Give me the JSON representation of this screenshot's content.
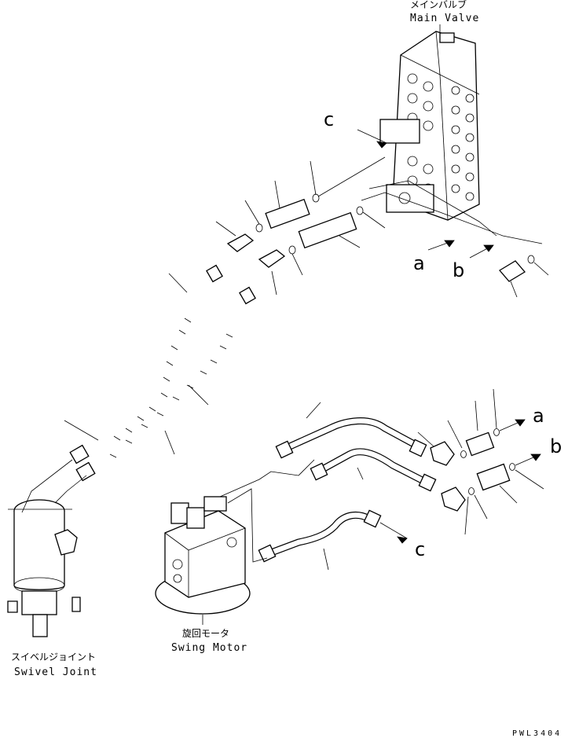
{
  "labels": {
    "main_valve_jp": "メインバルブ",
    "main_valve_en": "Main Valve",
    "swing_motor_jp": "旋回モータ",
    "swing_motor_en": "Swing Motor",
    "swivel_joint_jp": "スイベルジョイント",
    "swivel_joint_en": "Swivel Joint"
  },
  "connection_markers": {
    "a": "a",
    "b": "b",
    "c": "c"
  },
  "drawing_code": "PWL3404"
}
